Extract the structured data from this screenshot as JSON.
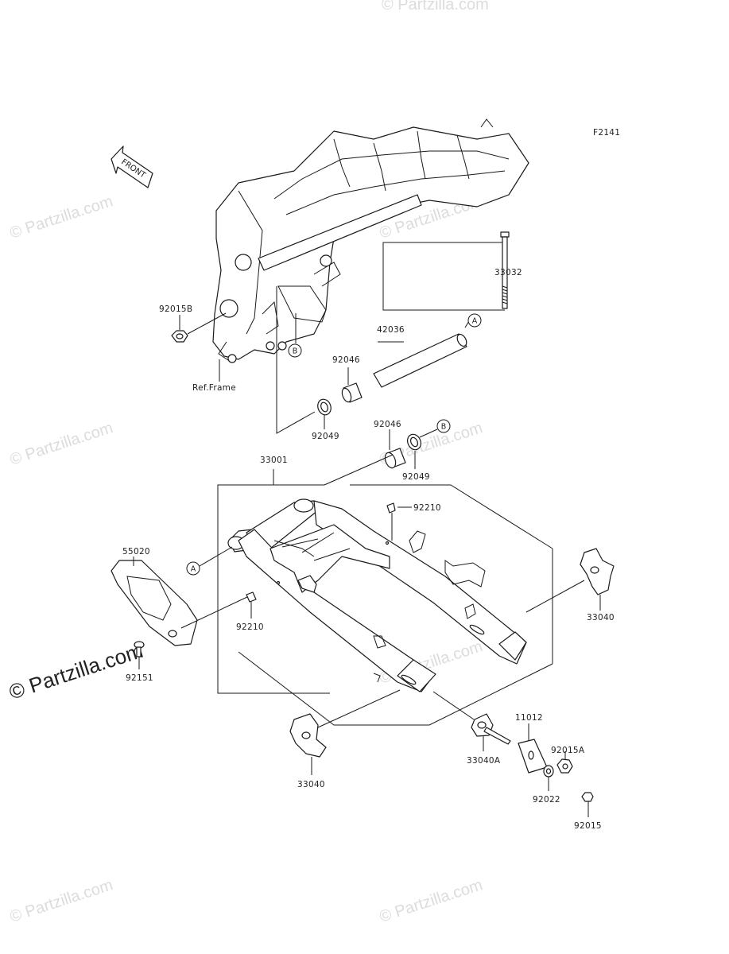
{
  "figure_code": "F2141",
  "front_arrow_label": "FRONT",
  "ref_frame_label": "Ref.Frame",
  "watermarks": {
    "text": "© Partzilla.com"
  },
  "callouts": {
    "p_33032": "33032",
    "p_92015B": "92015B",
    "p_42036": "42036",
    "p_92046_top": "92046",
    "p_92049_top": "92049",
    "p_92046_mid": "92046",
    "p_92049_mid": "92049",
    "p_33001": "33001",
    "p_92210_top": "92210",
    "p_55020": "55020",
    "p_92210_low": "92210",
    "p_92151": "92151",
    "p_33040_right": "33040",
    "p_11012": "11012",
    "p_92015A": "92015A",
    "p_33040A": "33040A",
    "p_92022": "92022",
    "p_92015": "92015",
    "p_33040_left": "33040"
  },
  "ref_markers": {
    "a1": "A",
    "b1": "B",
    "b2": "B",
    "a2": "A"
  }
}
